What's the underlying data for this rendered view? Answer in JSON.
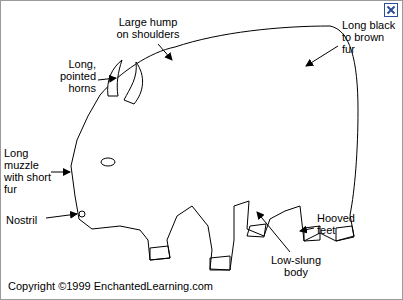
{
  "diagram": {
    "labels": [
      "Large hump on shoulders",
      "Long, pointed horns",
      "Long black to brown fur",
      "Long muzzle with short fur",
      "Nostril",
      "Hooved feet",
      "Low-slung body",
      "Copyright ©1999 EnchantedLearning.com"
    ]
  }
}
